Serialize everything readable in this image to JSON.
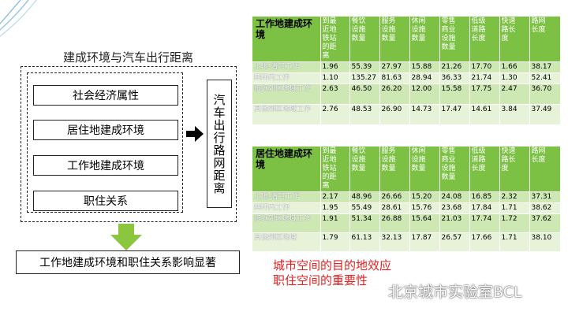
{
  "diagram": {
    "title": "建成环境与汽车出行距离",
    "factors": [
      "社会经济属性",
      "居住地建成环境",
      "工作地建成环境",
      "职住关系"
    ],
    "outcome": "汽车出行路网距离",
    "result": "工作地建成环境和职住关系影响显著"
  },
  "tables": [
    {
      "title": "工作地建成环境",
      "columns": [
        "到最近地铁站的距离",
        "餐饮设施数量",
        "服务设施数量",
        "休闲设施数量",
        "零售商业设施数量",
        "低级道路长度",
        "快速路长度",
        "路网长度"
      ],
      "rows": [
        {
          "label": "上地-清河工作",
          "values": [
            "1.96",
            "55.39",
            "27.97",
            "15.88",
            "21.26",
            "17.70",
            "1.66",
            "38.17"
          ]
        },
        {
          "label": "四环内工作",
          "values": [
            "1.10",
            "135.27",
            "81.63",
            "28.94",
            "36.33",
            "21.74",
            "1.30",
            "52.41"
          ]
        },
        {
          "label": "临近郊区地域工作",
          "values": [
            "2.63",
            "46.50",
            "26.20",
            "12.00",
            "15.58",
            "17.75",
            "2.47",
            "36.70"
          ]
        },
        {
          "label": "其他郊区地域工作",
          "values": [
            "2.76",
            "48.53",
            "26.90",
            "14.73",
            "17.47",
            "14.61",
            "3.84",
            "37.49"
          ]
        }
      ]
    },
    {
      "title": "居住地建成环境",
      "columns": [
        "到最近地铁站的距离",
        "餐饮设施数量",
        "服务设施数量",
        "休闲设施数量",
        "零售商业设施数量",
        "低级道路长度",
        "快速路长度",
        "路网长度"
      ],
      "rows": [
        {
          "label": "上地-清河工作",
          "values": [
            "2.17",
            "48.96",
            "26.66",
            "15.20",
            "24.08",
            "16.85",
            "2.32",
            "37.31"
          ]
        },
        {
          "label": "四环内工作",
          "values": [
            "1.95",
            "55.49",
            "28.61",
            "15.76",
            "23.68",
            "17.84",
            "1.71",
            "38.62"
          ]
        },
        {
          "label": "临近郊区地域工作",
          "values": [
            "1.91",
            "51.34",
            "26.88",
            "15.64",
            "21.03",
            "17.74",
            "1.72",
            "37.62"
          ]
        },
        {
          "label": "其他郊区地域",
          "values": [
            "1.79",
            "61.13",
            "32.13",
            "17.87",
            "26.57",
            "17.66",
            "1.71",
            "38.10"
          ]
        }
      ]
    }
  ],
  "conclusion": {
    "line1": "城市空间的目的地效应",
    "line2": "职住空间的重要性"
  },
  "watermark": {
    "text": "北京城市实验室BCL",
    "icon": "wechat-icon"
  },
  "colors": {
    "header_green": "#7cc143",
    "row_dark": "#cde8b3",
    "row_light": "#e6f3d9",
    "down_arrow_green": "#8cc63f",
    "conclusion_red": "#e32020"
  }
}
